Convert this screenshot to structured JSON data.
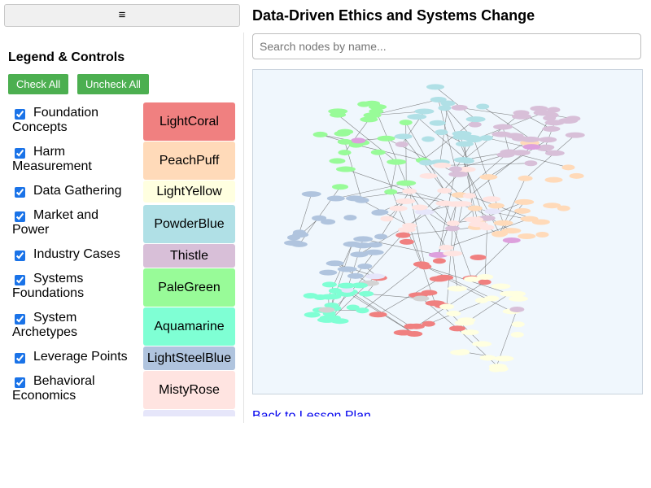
{
  "sidebar": {
    "menu_icon": "hamburger-icon",
    "menu_glyph": "≡",
    "legend_title": "Legend & Controls",
    "check_all_label": "Check All",
    "uncheck_all_label": "Uncheck All",
    "groups": [
      {
        "label": "Foundation Concepts",
        "color_name": "LightCoral",
        "color": "#F08080",
        "checked": true
      },
      {
        "label": "Harm Measurement",
        "color_name": "PeachPuff",
        "color": "#FFDAB9",
        "checked": true
      },
      {
        "label": "Data Gathering",
        "color_name": "LightYellow",
        "color": "#FFFFE0",
        "checked": true
      },
      {
        "label": "Market and Power",
        "color_name": "PowderBlue",
        "color": "#B0E0E6",
        "checked": true
      },
      {
        "label": "Industry Cases",
        "color_name": "Thistle",
        "color": "#D8BFD8",
        "checked": true
      },
      {
        "label": "Systems Foundations",
        "color_name": "PaleGreen",
        "color": "#98FB98",
        "checked": true
      },
      {
        "label": "System Archetypes",
        "color_name": "Aquamarine",
        "color": "#7FFFD4",
        "checked": true
      },
      {
        "label": "Leverage Points",
        "color_name": "LightSteelBlue",
        "color": "#B0C4DE",
        "checked": true
      },
      {
        "label": "Behavioral Economics",
        "color_name": "MistyRose",
        "color": "#FFE4E1",
        "checked": true
      },
      {
        "label": "",
        "color_name": "",
        "color": "#E6E6FA",
        "checked": true
      }
    ]
  },
  "main": {
    "title": "Data-Driven Ethics and Systems Change",
    "search_placeholder": "Search nodes by name...",
    "back_link": "Back to Lesson Plan"
  }
}
